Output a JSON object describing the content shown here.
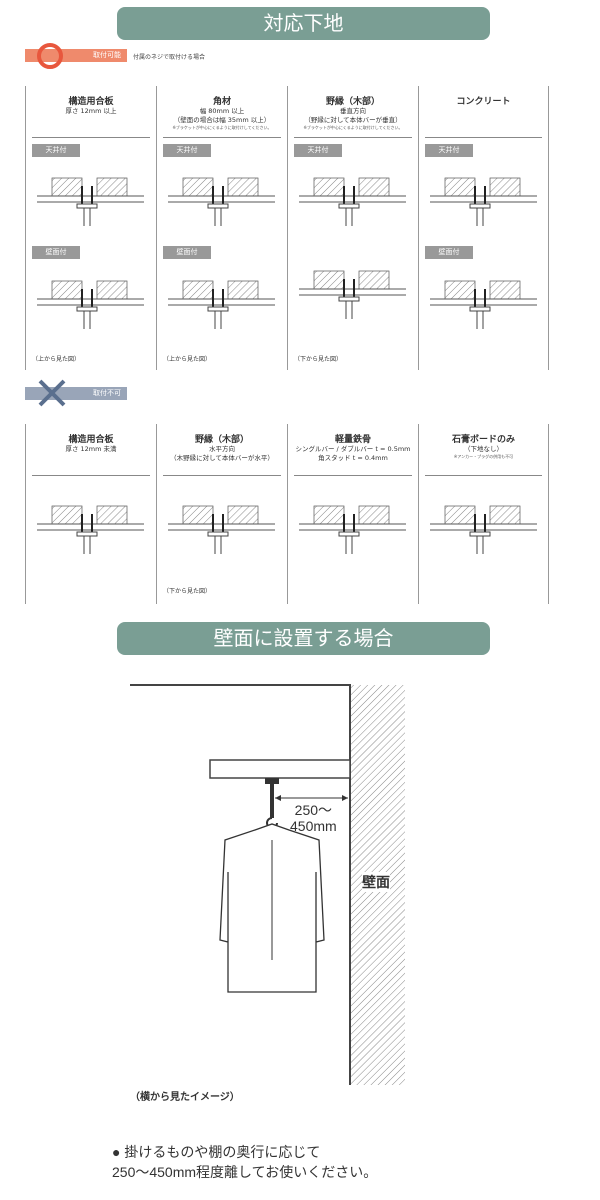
{
  "top_banner": "対応下地",
  "ok": {
    "tag": "取付可能",
    "note": "付属のネジで取付ける場合",
    "columns": [
      {
        "title": "構造用合板",
        "sub": [
          "厚さ 12mm 以上"
        ],
        "tiny": "",
        "ceiling": "天井付",
        "wall": "壁面付",
        "caption": "（上から見た図）"
      },
      {
        "title": "角材",
        "sub": [
          "幅 80mm 以上",
          "（壁面の場合は幅 35mm 以上）"
        ],
        "tiny": "※ブラケットが中心にくるように取付けしてください。",
        "ceiling": "天井付",
        "wall": "壁面付",
        "caption": "（上から見た図）"
      },
      {
        "title": "野縁（木部）",
        "sub": [
          "垂直方向",
          "（野縁に対して本体バーが垂直）"
        ],
        "tiny": "※ブラケットが中心にくるように取付けしてください。",
        "ceiling": "天井付",
        "wall": "",
        "caption": "（下から見た図）"
      },
      {
        "title": "コンクリート",
        "sub": [],
        "tiny": "",
        "ceiling": "天井付",
        "wall": "壁面付",
        "caption": ""
      }
    ]
  },
  "ng": {
    "tag": "取付不可",
    "columns": [
      {
        "title": "構造用合板",
        "sub": [
          "厚さ 12mm 未満"
        ],
        "tiny": "",
        "caption": ""
      },
      {
        "title": "野縁（木部）",
        "sub": [
          "水平方向",
          "（木野縁に対して本体バーが水平）"
        ],
        "tiny": "",
        "caption": "（下から見た図）"
      },
      {
        "title": "軽量鉄骨",
        "sub": [
          "シングルバー / ダブルバー t = 0.5mm",
          "角スタッド t = 0.4mm"
        ],
        "tiny": "",
        "caption": ""
      },
      {
        "title": "石膏ボードのみ",
        "sub": [
          "（下地なし）"
        ],
        "tiny": "※アンカー・プラグの併用も不可",
        "caption": ""
      }
    ]
  },
  "wall_banner": "壁面に設置する場合",
  "wall_diagram": {
    "distance": [
      "250～",
      "450mm"
    ],
    "wall_label": "壁面",
    "caption": "（横から見たイメージ）"
  },
  "footer": {
    "line1": "● 掛けるものや棚の奥行に応じて",
    "line2": "250～450mm程度離してお使いください。"
  }
}
